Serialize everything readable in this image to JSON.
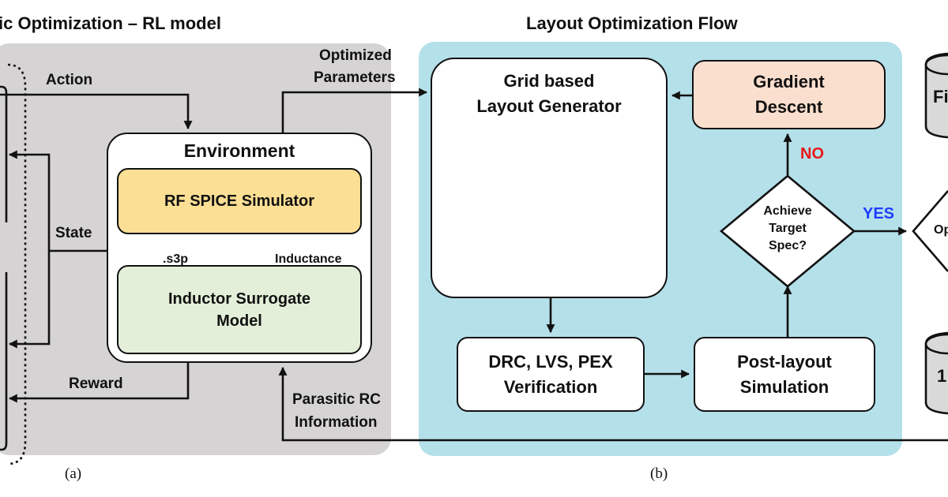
{
  "titles": {
    "left": "ic Optimization – RL model",
    "right": "Layout Optimization Flow"
  },
  "rl": {
    "action": "Action",
    "state": "State",
    "reward": "Reward",
    "environment": "Environment",
    "rf_spice": "RF SPICE Simulator",
    "s3p": ".s3p",
    "inductance": "Inductance",
    "surrogate_line1": "Inductor Surrogate",
    "surrogate_line2": "Model"
  },
  "flow": {
    "optimized_line1": "Optimized",
    "optimized_line2": "Parameters",
    "gridgen_line1": "Grid based",
    "gridgen_line2": "Layout Generator",
    "gradient_line1": "Gradient",
    "gradient_line2": "Descent",
    "no": "NO",
    "yes": "YES",
    "achieve_line1": "Achieve",
    "achieve_line2": "Target",
    "achieve_line3": "Spec?",
    "drc_line1": "DRC, LVS, PEX",
    "drc_line2": "Verification",
    "post_line1": "Post-layout",
    "post_line2": "Simulation",
    "parasitic_line1": "Parasitic RC",
    "parasitic_line2": "Information",
    "right_cut_1": "Fi",
    "right_cut_2": "Op",
    "right_cut_3": "1"
  },
  "captions": {
    "a": "(a)",
    "b": "(b)"
  },
  "colors": {
    "region_a": "#d5d3d3",
    "region_b": "#b4e0ea",
    "rf_spice": "#fbdf94",
    "surrogate": "#e3efd9",
    "gradient": "#fbdfce",
    "no": "#e8191b",
    "yes": "#1e3cff",
    "inductor": "#ee6ee6"
  }
}
